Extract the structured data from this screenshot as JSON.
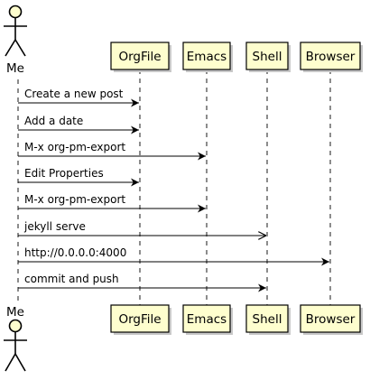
{
  "actor": {
    "name": "Me"
  },
  "participants": [
    {
      "id": "orgfile",
      "label": "OrgFile"
    },
    {
      "id": "emacs",
      "label": "Emacs"
    },
    {
      "id": "shell",
      "label": "Shell"
    },
    {
      "id": "browser",
      "label": "Browser"
    }
  ],
  "messages": [
    {
      "from": "me",
      "to": "orgfile",
      "label": "Create a new post",
      "arrow": "filled"
    },
    {
      "from": "me",
      "to": "orgfile",
      "label": "Add a date",
      "arrow": "filled"
    },
    {
      "from": "me",
      "to": "emacs",
      "label": "M-x org-pm-export",
      "arrow": "filled"
    },
    {
      "from": "me",
      "to": "orgfile",
      "label": "Edit Properties",
      "arrow": "filled"
    },
    {
      "from": "me",
      "to": "emacs",
      "label": "M-x org-pm-export",
      "arrow": "filled"
    },
    {
      "from": "me",
      "to": "shell",
      "label": "jekyll serve",
      "arrow": "open"
    },
    {
      "from": "me",
      "to": "browser",
      "label": "http://0.0.0.0:4000",
      "arrow": "filled"
    },
    {
      "from": "me",
      "to": "shell",
      "label": "commit and push",
      "arrow": "filled"
    }
  ]
}
